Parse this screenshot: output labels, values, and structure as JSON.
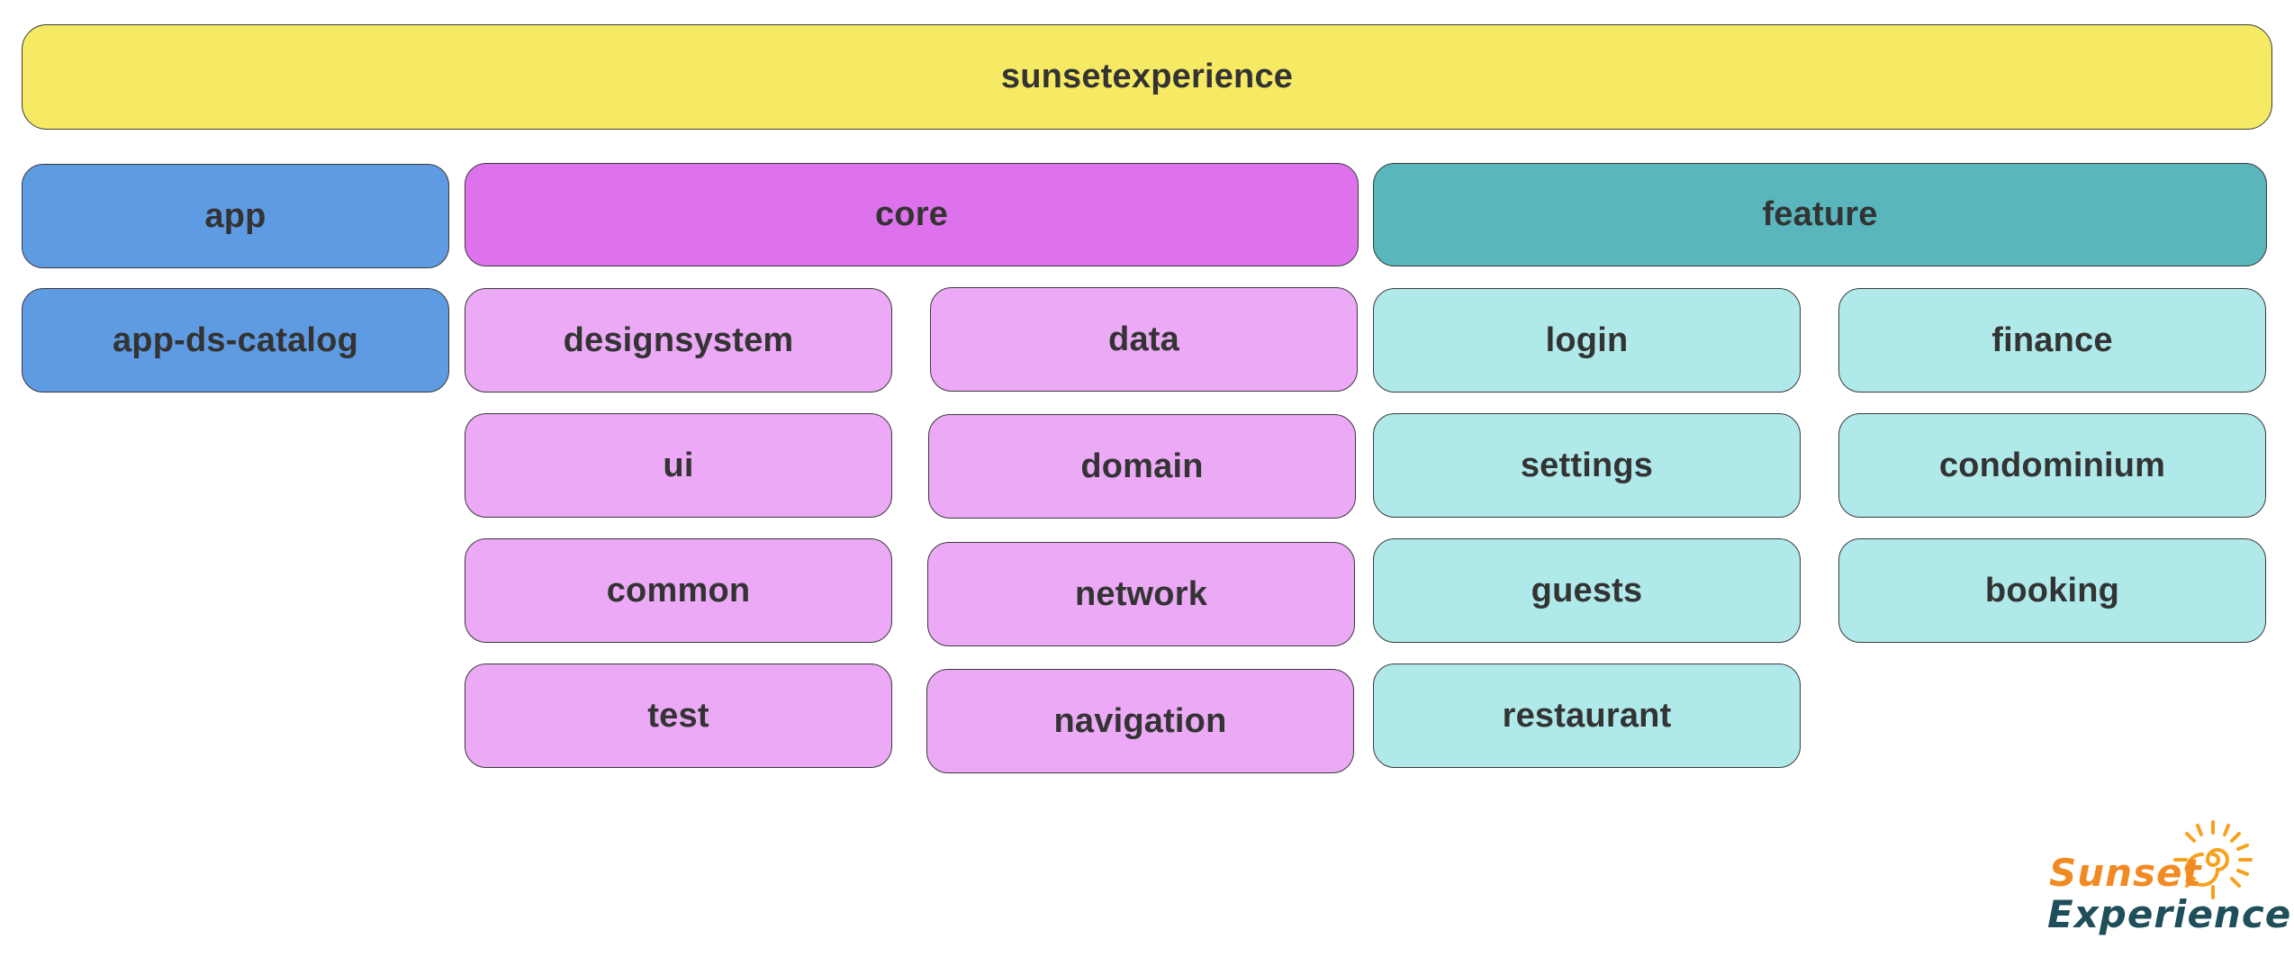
{
  "diagram": {
    "root": {
      "label": "sunsetexperience",
      "color": "#f6ea64"
    },
    "groups": {
      "app": {
        "label": "app",
        "color": "#5f9be3",
        "items": [
          "app-ds-catalog"
        ]
      },
      "core": {
        "label": "core",
        "color": "#de72ed",
        "item_color": "#eba9f6",
        "items": [
          "designsystem",
          "ui",
          "common",
          "test",
          "data",
          "domain",
          "network",
          "navigation"
        ]
      },
      "feature": {
        "label": "feature",
        "color": "#58b6bc",
        "item_color": "#afe9ea",
        "items": [
          "login",
          "settings",
          "guests",
          "restaurant",
          "finance",
          "condominium",
          "booking"
        ]
      }
    }
  },
  "logo": {
    "line1": "Sunset",
    "line2": "Experience",
    "icon": "sun-spiral-icon",
    "colors": {
      "line1": "#f28a24",
      "line2": "#1f4f5a",
      "sun": "#f6a21e"
    }
  }
}
